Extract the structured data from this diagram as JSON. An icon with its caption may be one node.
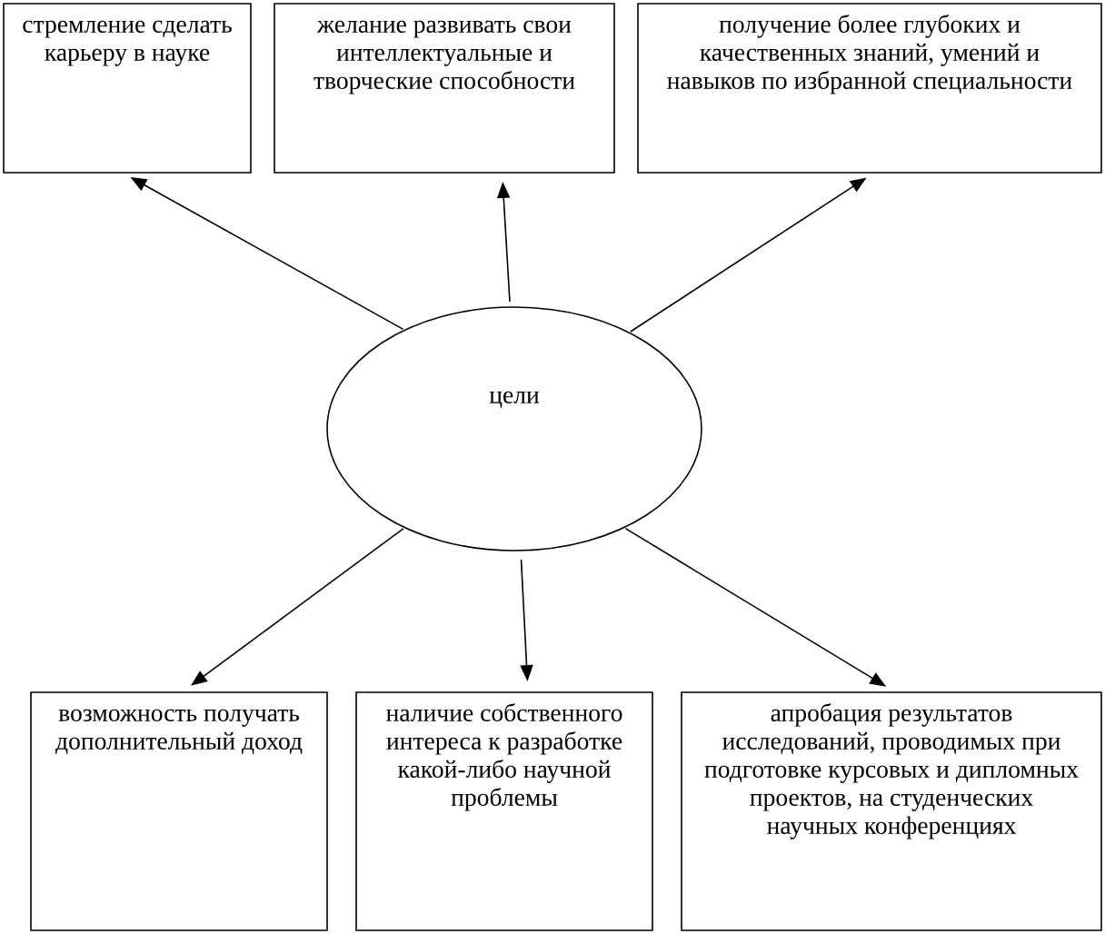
{
  "diagram": {
    "nodes": [
      {
        "text": [
          "стремление сделать карьеру в науке"
        ]
      },
      {
        "text": [
          "желание развивать свои интеллектуальные и творческие способности"
        ]
      },
      {
        "text": [
          "получение более глубоких и качественных знаний, умений и навыков по избранной специальности"
        ]
      },
      {
        "text": [
          "цели"
        ]
      },
      {
        "text": [
          "возможность получать дополнительный доход"
        ]
      },
      {
        "text": [
          "наличие собственного интереса к разработке какой-либо научной проблемы"
        ]
      },
      {
        "text": [
          "апробация результатов исследований, проводимых при подготовке курсовых и дипломных проектов, на студенческих научных конференциях"
        ]
      }
    ],
    "edges": [
      {
        "from": 3,
        "to": 0,
        "arrow": "to"
      },
      {
        "from": 3,
        "to": 1,
        "arrow": "to"
      },
      {
        "from": 3,
        "to": 2,
        "arrow": "to"
      },
      {
        "from": 3,
        "to": 4,
        "arrow": "to"
      },
      {
        "from": 3,
        "to": 5,
        "arrow": "to"
      },
      {
        "from": 3,
        "to": 6,
        "arrow": "to"
      }
    ]
  }
}
